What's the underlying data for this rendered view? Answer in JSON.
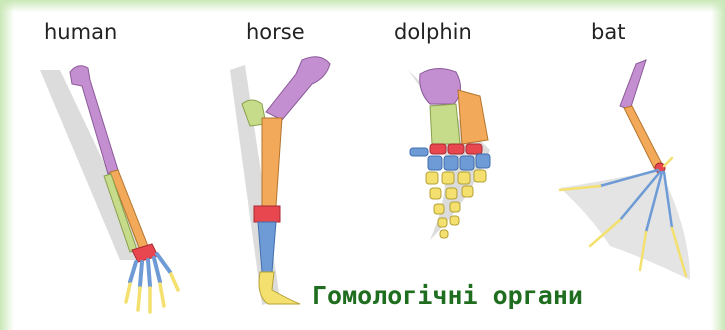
{
  "labels": {
    "human": "human",
    "horse": "horse",
    "dolphin": "dolphin",
    "bat": "bat"
  },
  "caption": "Гомологічні органи",
  "colors": {
    "humerus": "#c48fd1",
    "radius": "#f2a95a",
    "ulna": "#c7dc8a",
    "carpals": "#e9474f",
    "metacarpals": "#6e9bd6",
    "phalanges": "#f3e06e",
    "membrane": "#d8d8d8",
    "caption": "#1f6e1f",
    "border": "#c9e8b6"
  }
}
